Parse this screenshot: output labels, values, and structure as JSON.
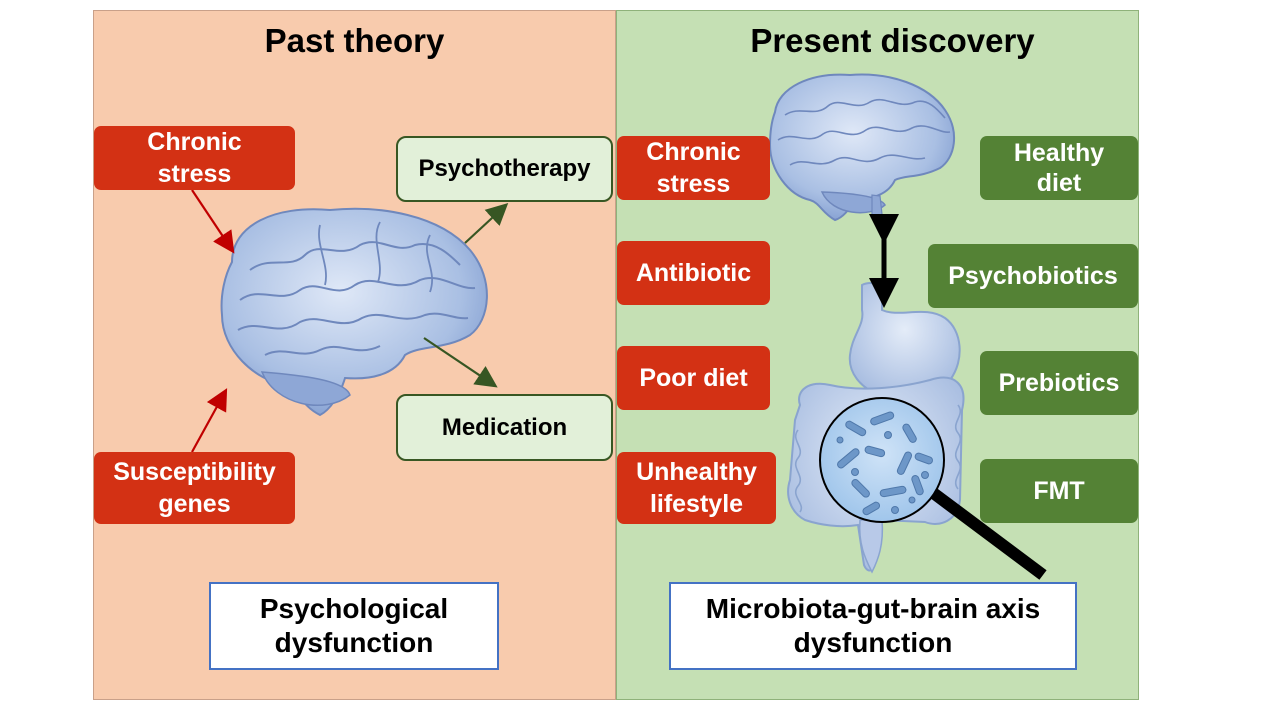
{
  "left_panel": {
    "title": "Past theory",
    "causes": {
      "chronic_stress": "Chronic\nstress",
      "susceptibility_genes": "Susceptibility\ngenes"
    },
    "treatments": {
      "psychotherapy": "Psychotherapy",
      "medication": "Medication"
    },
    "outcome": "Psychological\ndysfunction"
  },
  "right_panel": {
    "title": "Present discovery",
    "risk_factors": {
      "chronic_stress": "Chronic\nstress",
      "antibiotic": "Antibiotic",
      "poor_diet": "Poor diet",
      "unhealthy_lifestyle": "Unhealthy\nlifestyle"
    },
    "interventions": {
      "healthy_diet": "Healthy\ndiet",
      "psychobiotics": "Psychobiotics",
      "prebiotics": "Prebiotics",
      "fmt": "FMT"
    },
    "outcome": "Microbiota-gut-brain axis\ndysfunction"
  },
  "colors": {
    "past_bg": "#f8cbad",
    "present_bg": "#c5e0b4",
    "risk_red": "#d33114",
    "intervention_green": "#548235",
    "treatment_light_green": "#e2f0d9",
    "outcome_border": "#4472c4",
    "brain_blue": "#b4c7e7"
  },
  "icons": [
    "brain-icon",
    "gut-icon",
    "magnifier-icon",
    "bacteria-icon"
  ]
}
